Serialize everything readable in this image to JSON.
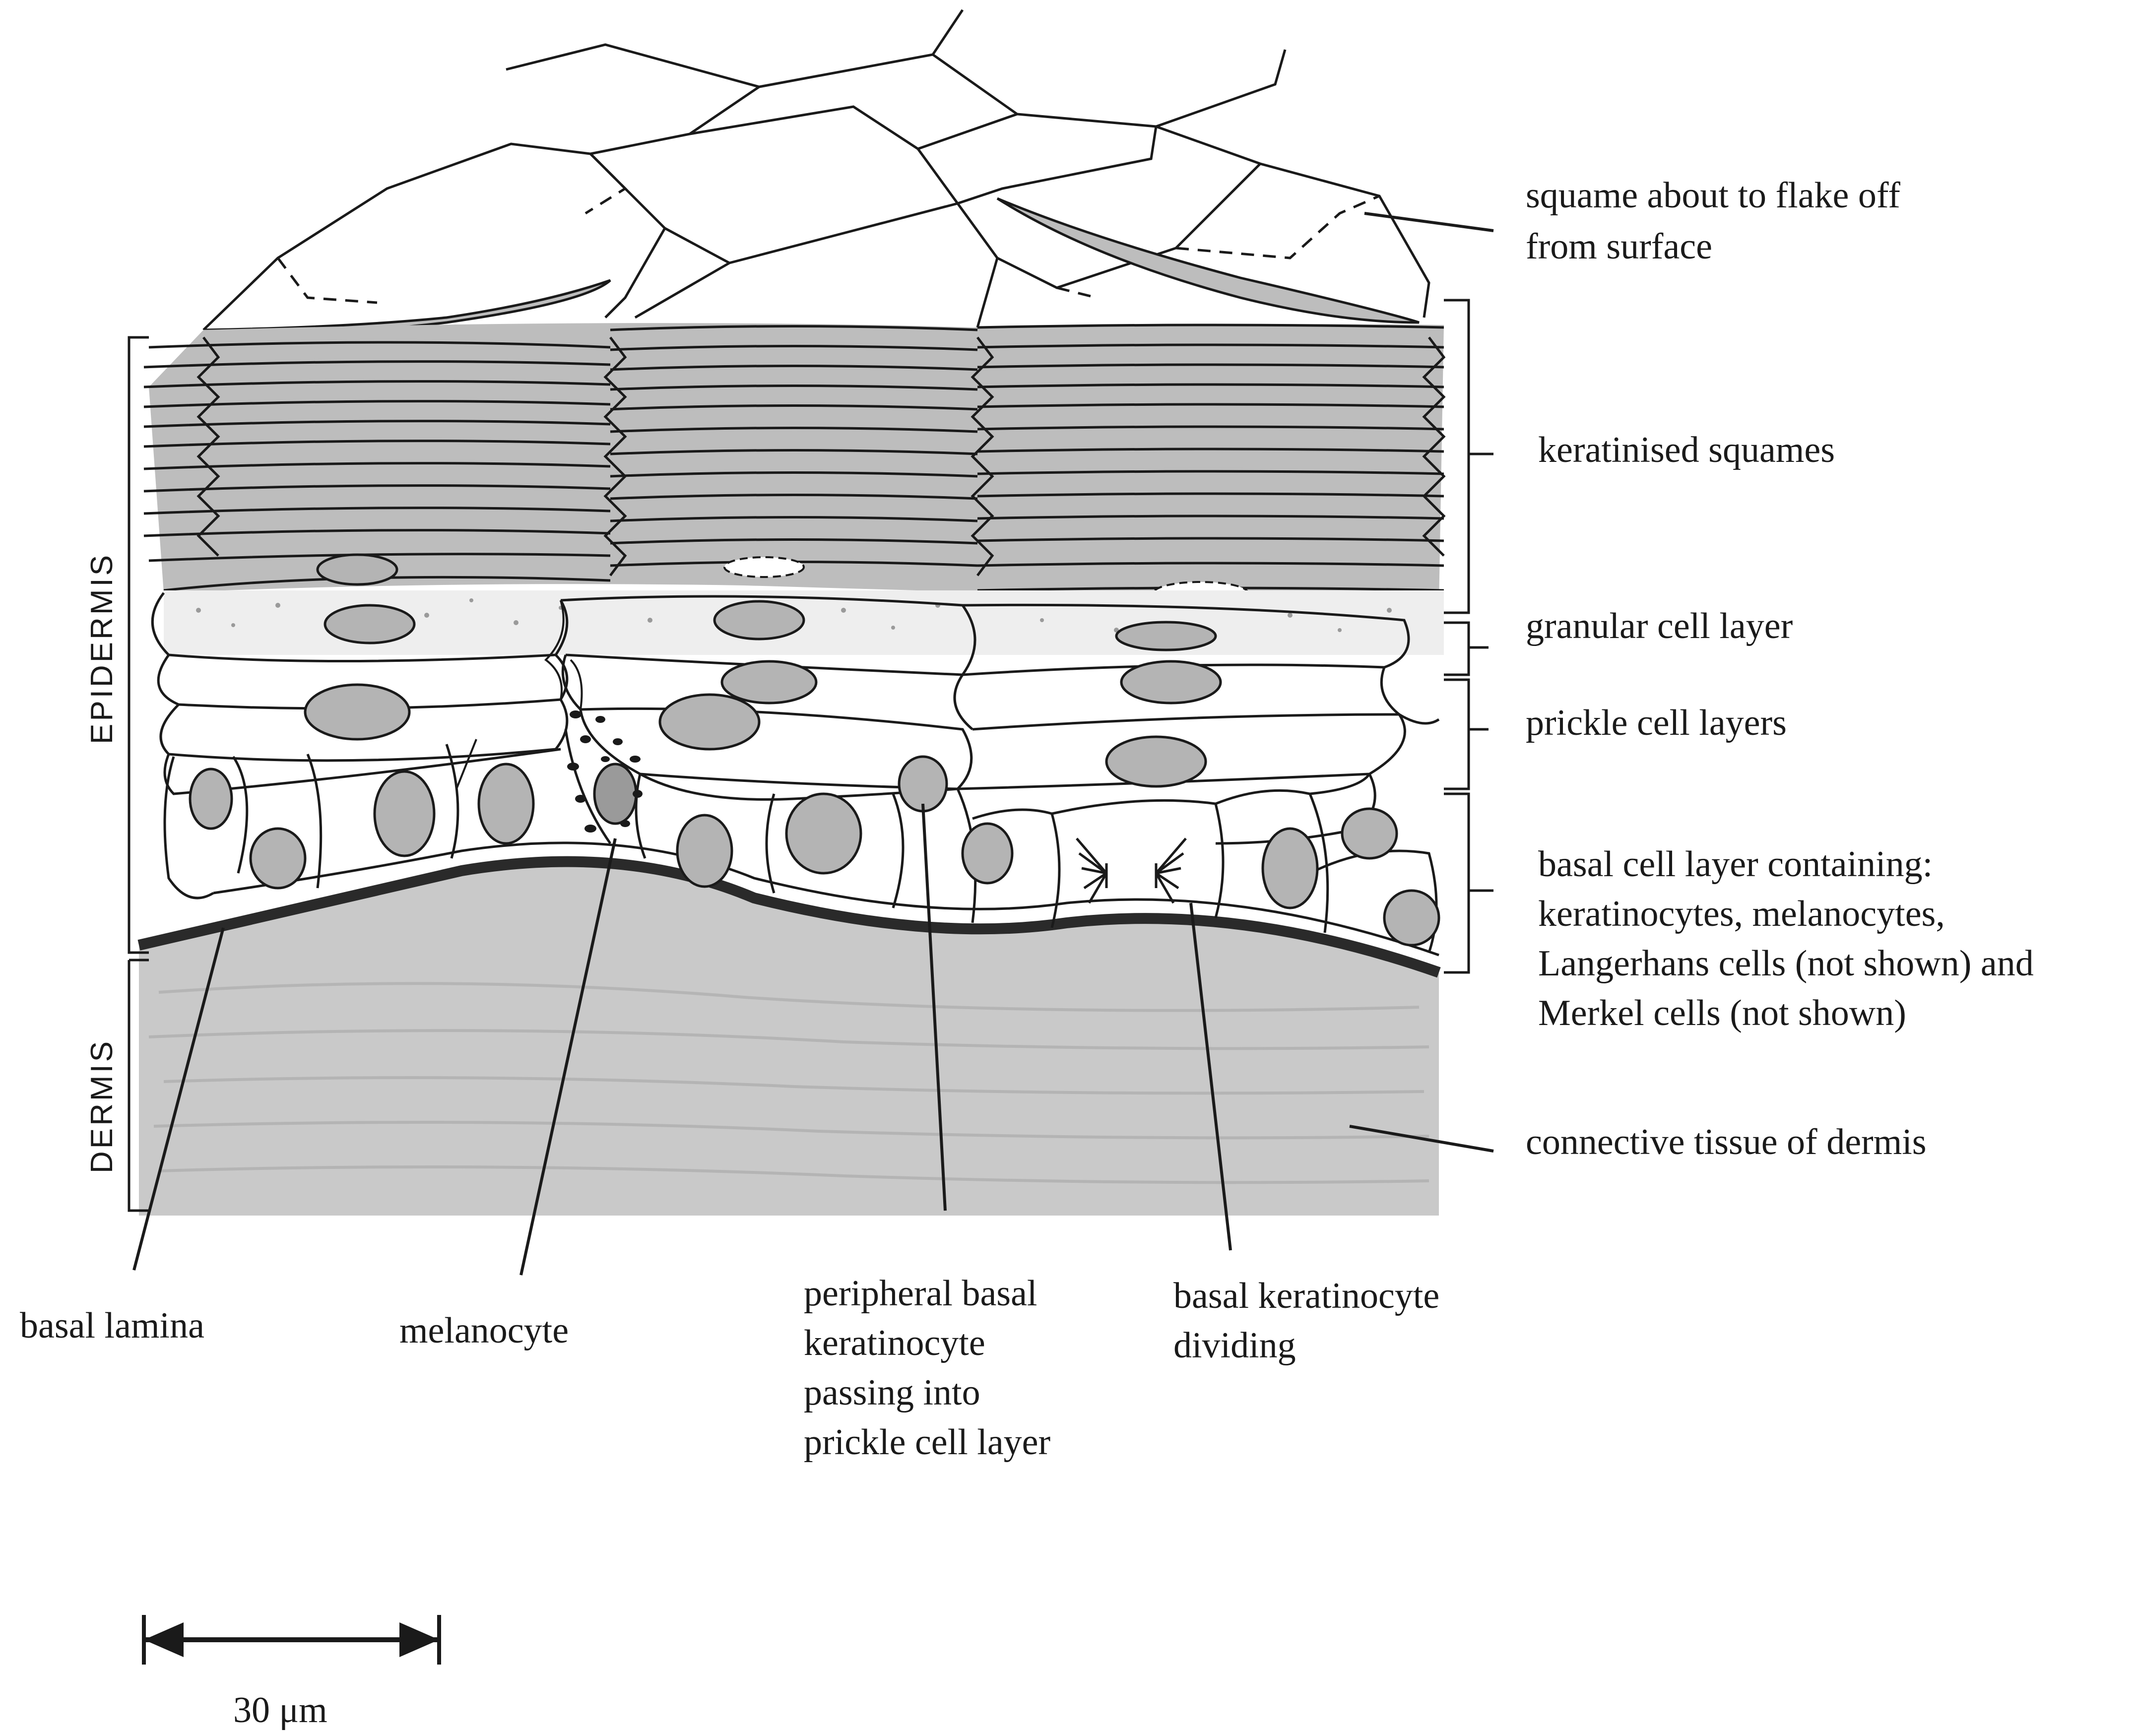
{
  "regions": {
    "epidermis": "EPIDERMIS",
    "dermis": "DERMIS"
  },
  "labels": {
    "squame_line1": "squame about to flake off",
    "squame_line2": "from surface",
    "keratinised": "keratinised squames",
    "granular": "granular cell layer",
    "prickle": "prickle cell layers",
    "basal_line1": "basal cell layer containing:",
    "basal_line2": "keratinocytes, melanocytes,",
    "basal_line3": "Langerhans cells (not shown) and",
    "basal_line4": "Merkel cells (not shown)",
    "connective": "connective tissue of dermis",
    "basal_lamina": "basal lamina",
    "melanocyte": "melanocyte",
    "peripheral_line1": "peripheral basal",
    "peripheral_line2": "keratinocyte",
    "peripheral_line3": "passing into",
    "peripheral_line4": "prickle cell layer",
    "dividing_line1": "basal keratinocyte",
    "dividing_line2": "dividing"
  },
  "scale_bar": {
    "label": "30 μm"
  },
  "colors": {
    "ink": "#1a1a1a",
    "keratin_fill": "#bdbdbd",
    "nucleus_fill": "#b4b4b4",
    "dermis_fill": "#c9c9c9",
    "lamina": "#2a2a2a"
  }
}
